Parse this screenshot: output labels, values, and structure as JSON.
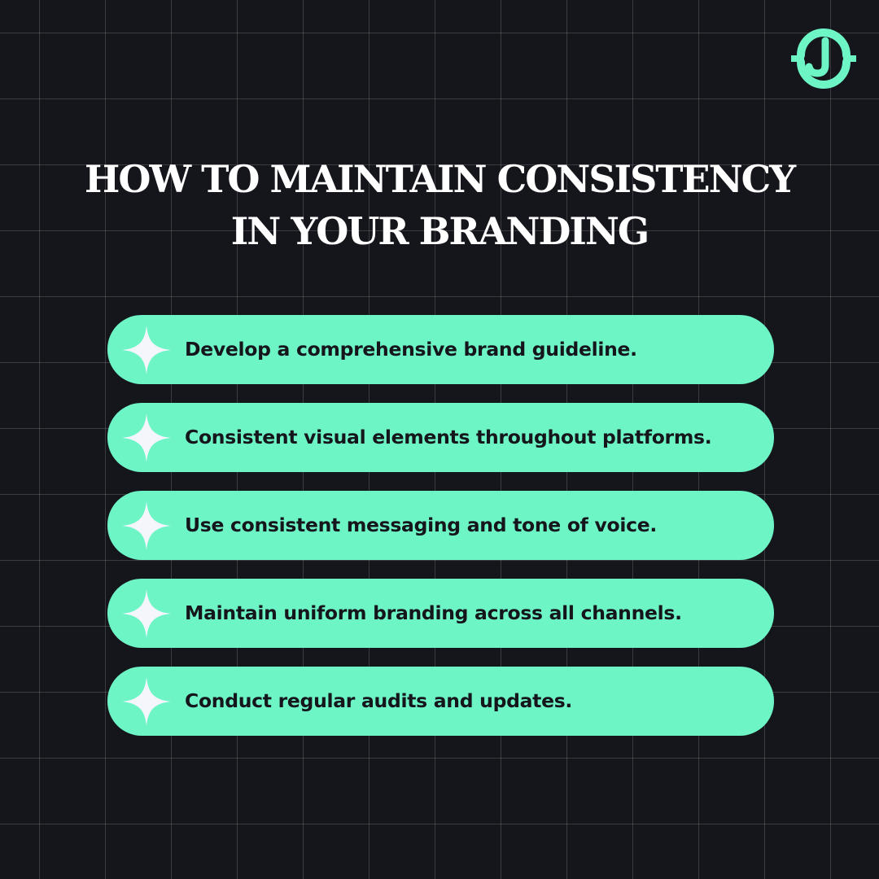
{
  "title": {
    "line1": "HOW TO MAINTAIN CONSISTENCY",
    "line2": "IN YOUR BRANDING"
  },
  "logo": {
    "icon": "brand-logo-icon"
  },
  "items": [
    {
      "label": "Develop a comprehensive brand guideline.",
      "icon": "sparkle-icon"
    },
    {
      "label": "Consistent visual elements throughout platforms.",
      "icon": "sparkle-icon"
    },
    {
      "label": "Use consistent messaging and tone of voice.",
      "icon": "sparkle-icon"
    },
    {
      "label": "Maintain uniform branding across all channels.",
      "icon": "sparkle-icon"
    },
    {
      "label": "Conduct regular audits and updates.",
      "icon": "sparkle-icon"
    }
  ],
  "colors": {
    "background": "#15151c",
    "accent": "#6ef5c6",
    "sparkle": "#f4f6fb",
    "title_text": "#ffffff",
    "item_text": "#15151c"
  }
}
